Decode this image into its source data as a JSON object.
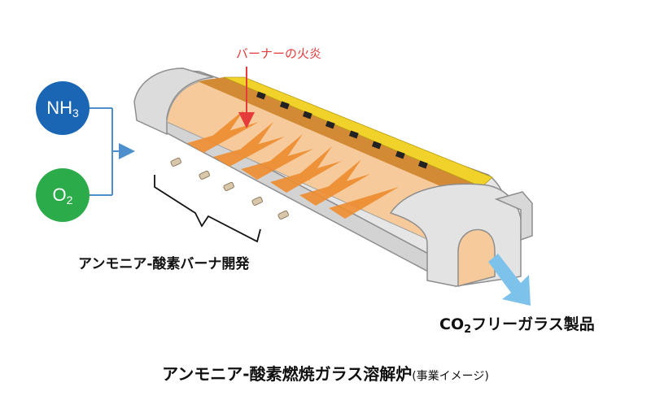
{
  "inputs": {
    "nh3": {
      "base": "NH",
      "sub": "3"
    },
    "o2": {
      "base": "O",
      "sub": "2"
    }
  },
  "labels": {
    "flame": "バーナーの火炎",
    "burner": "アンモニア-酸素バーナ開発",
    "product_pre": "CO",
    "product_sub": "2",
    "product_post": "フリーガラス製品"
  },
  "caption": {
    "main": "アンモニア-酸素燃焼ガラス溶解炉",
    "sub": "(事業イメージ)"
  },
  "colors": {
    "nh3": "#1a66b5",
    "o2": "#2cab4a",
    "flame_label": "#e53b3b",
    "arrow": "#4d8fcc",
    "outlet_arrow": "#7cc2ea",
    "furnace_wall": "#e3e3e3",
    "interior": "#f6ca9a",
    "roof_band": "#d38a35",
    "yellow_band": "#f1d22a",
    "flame": "#ee8d30"
  }
}
